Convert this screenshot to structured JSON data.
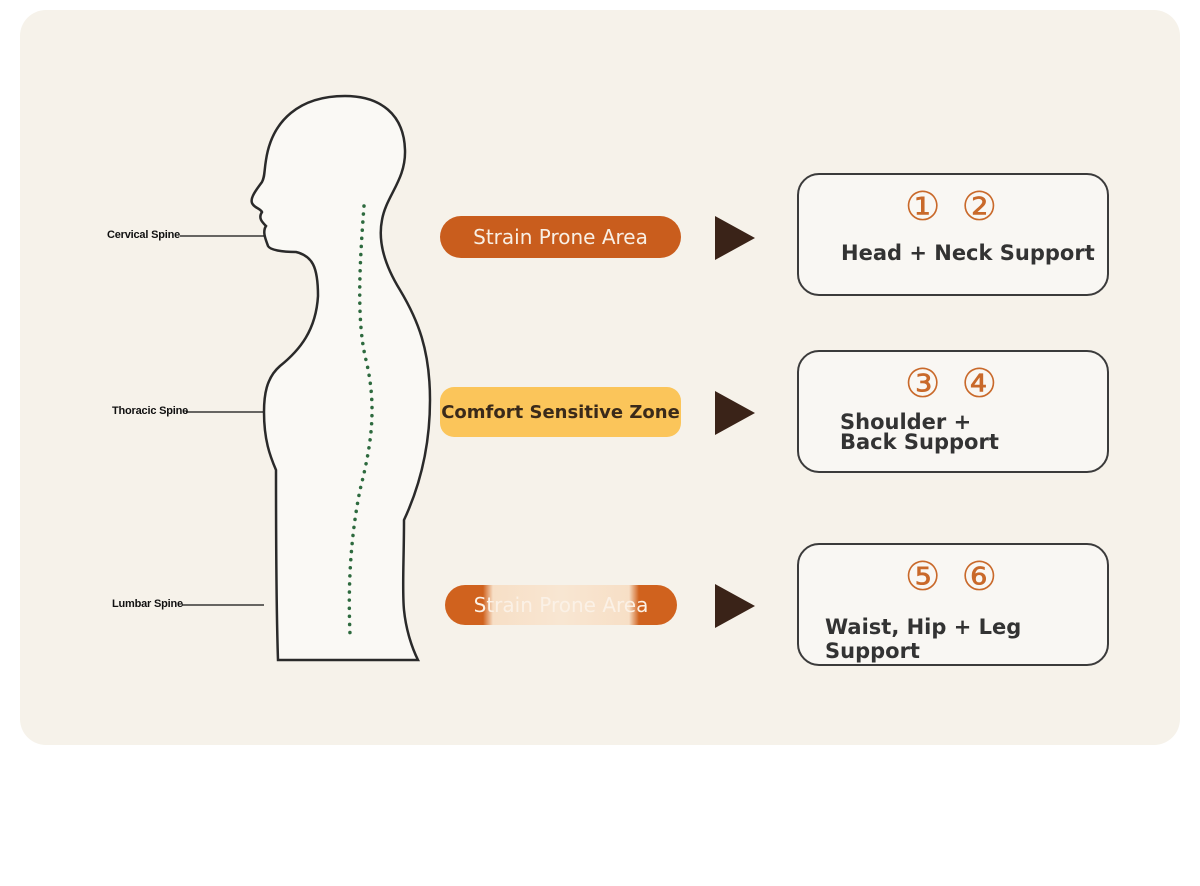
{
  "spine_labels": {
    "cervical": "Cervical Spine",
    "thoracic": "Thoracic Spine",
    "lumbar": "Lumbar Spine"
  },
  "zones": [
    {
      "label": "Strain Prone Area",
      "style": "orange"
    },
    {
      "label": "Comfort Sensitive Zone",
      "style": "yellow"
    },
    {
      "label": "Strain Prone Area",
      "style": "faded"
    }
  ],
  "cards": [
    {
      "numbers": "① ②",
      "label": "Head + Neck Support"
    },
    {
      "numbers": "③ ④",
      "label": "Shoulder + Back Support"
    },
    {
      "numbers": "⑤ ⑥",
      "label": "Waist, Hip + Leg Support"
    }
  ],
  "colors": {
    "panel": "#f6f2ea",
    "accent_orange": "#c95d1d",
    "accent_yellow": "#fbc55a",
    "arrow": "#3a2318",
    "spine_dots": "#2d6a3e",
    "number_color": "#c9692a"
  },
  "icons": {
    "arrow": "play-triangle-icon",
    "figure": "human-silhouette-icon"
  }
}
